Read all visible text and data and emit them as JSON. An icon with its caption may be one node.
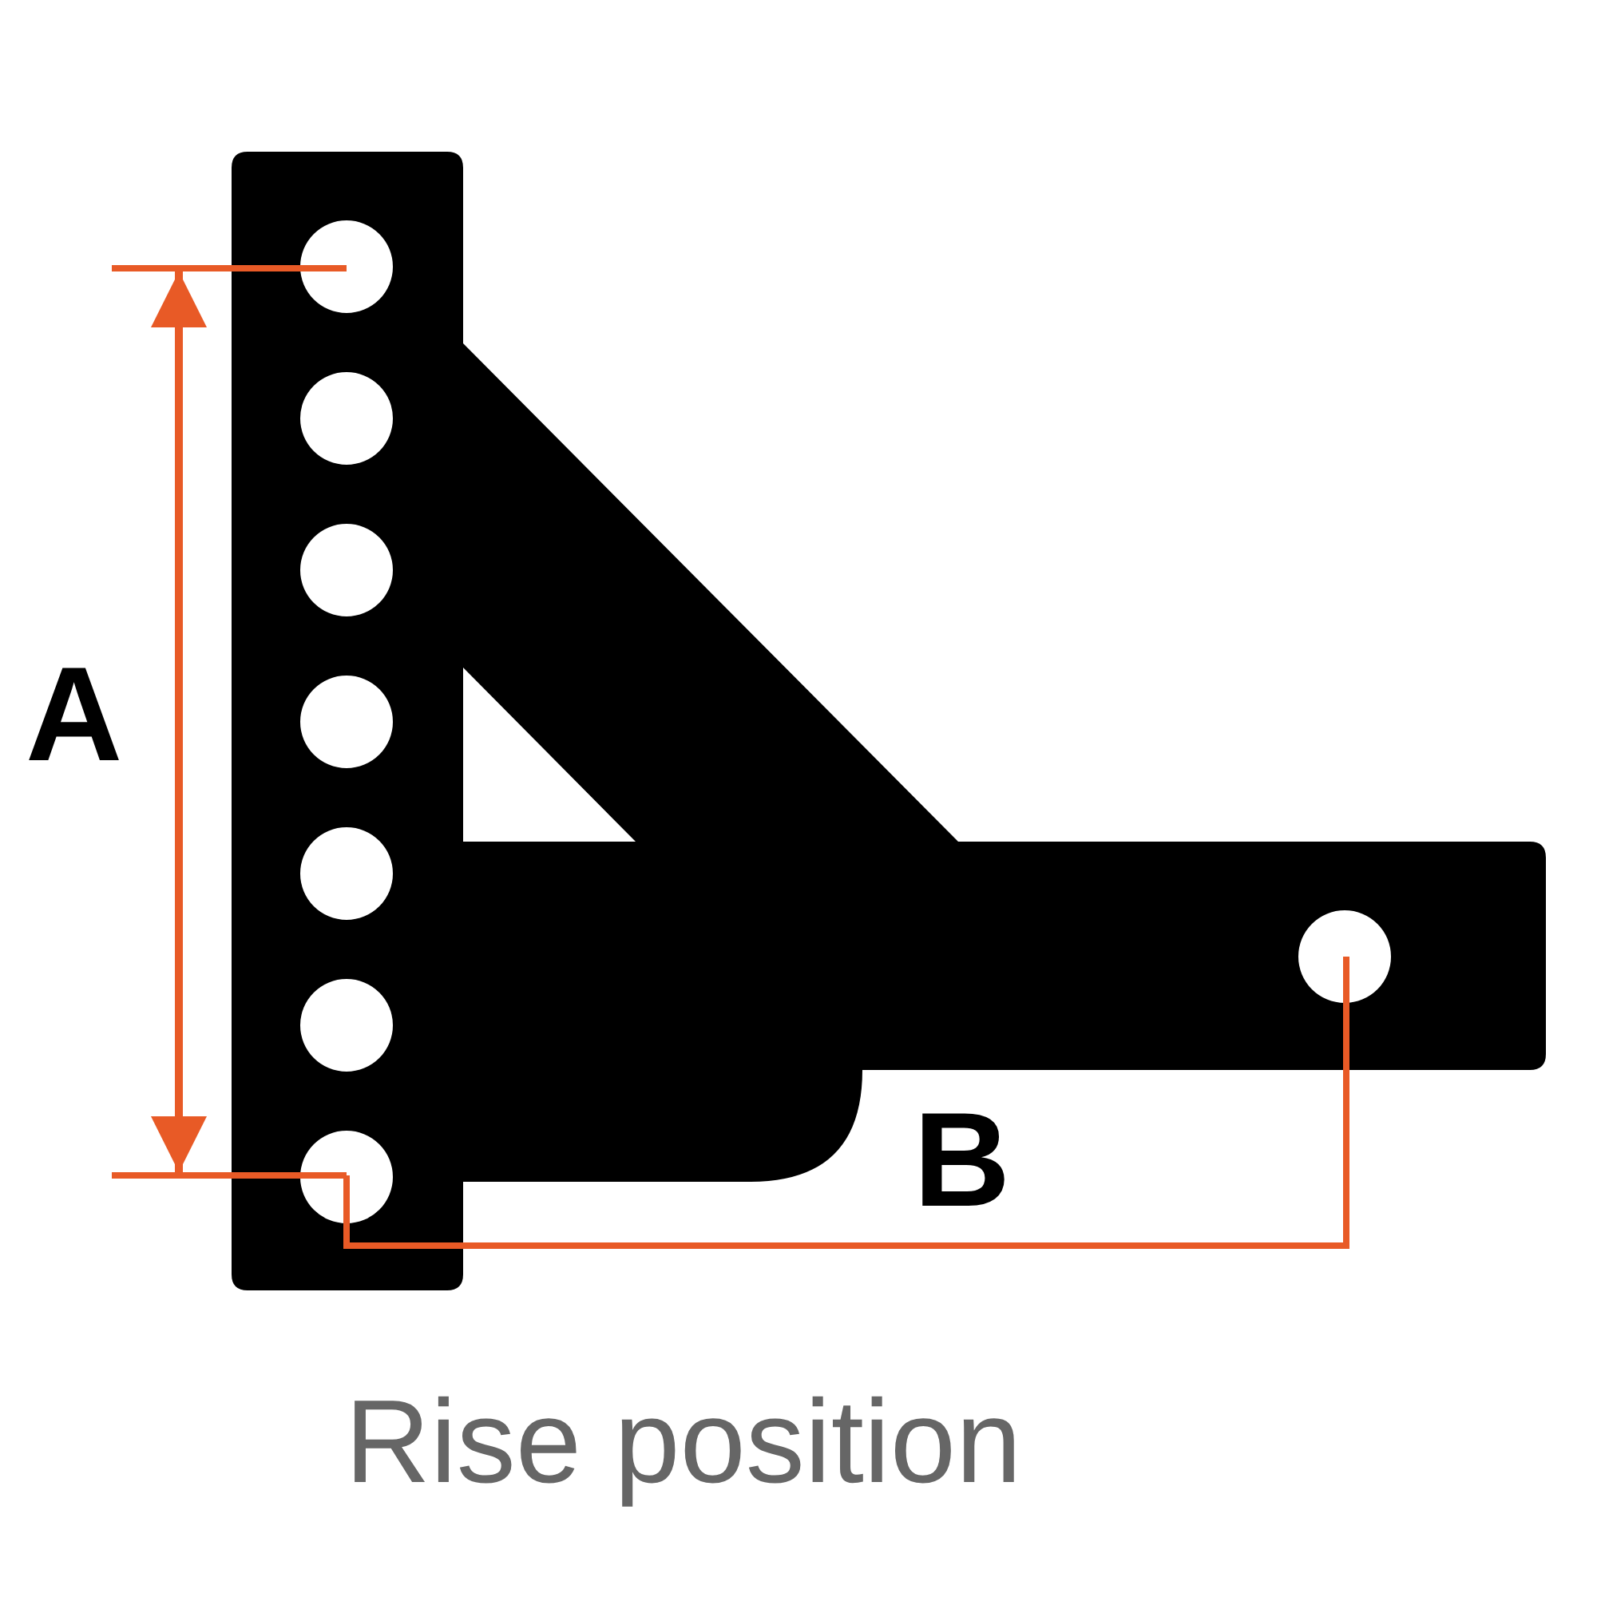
{
  "diagram": {
    "caption": "Rise position",
    "labels": [
      "A",
      "B"
    ]
  }
}
